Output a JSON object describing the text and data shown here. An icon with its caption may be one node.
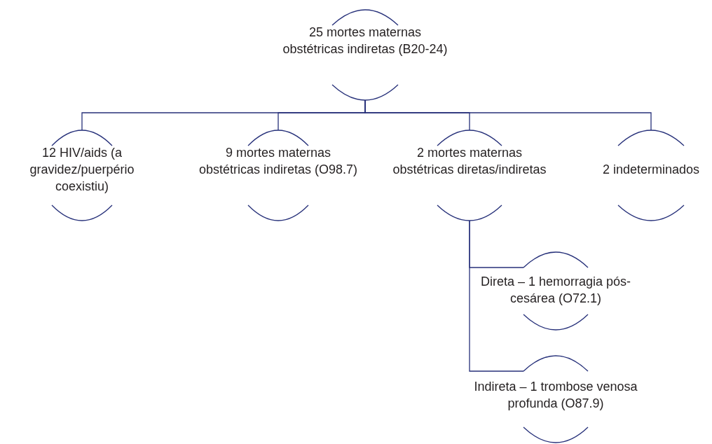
{
  "diagram": {
    "nodes": [
      {
        "text": [
          "25 mortes maternas obstétricas indiretas (B20-24)"
        ]
      },
      {
        "text": [
          "12 HIV/aids (a gravidez/puerpério coexistiu)"
        ]
      },
      {
        "text": [
          "9 mortes maternas obstétricas indiretas (O98.7)"
        ]
      },
      {
        "text": [
          "2 mortes maternas obstétricas diretas/indiretas"
        ]
      },
      {
        "text": [
          "2 indeterminados"
        ]
      },
      {
        "text": [
          "Direta – 1 hemorragia pós-cesárea (O72.1)"
        ]
      },
      {
        "text": [
          "Indireta – 1 trombose venosa profunda (O87.9)"
        ]
      }
    ],
    "edges": [
      {
        "from": 0,
        "to": 1,
        "arrow": "none"
      },
      {
        "from": 0,
        "to": 2,
        "arrow": "none"
      },
      {
        "from": 0,
        "to": 3,
        "arrow": "none"
      },
      {
        "from": 0,
        "to": 4,
        "arrow": "none"
      },
      {
        "from": 3,
        "to": 5,
        "arrow": "none"
      },
      {
        "from": 3,
        "to": 6,
        "arrow": "none"
      }
    ]
  }
}
